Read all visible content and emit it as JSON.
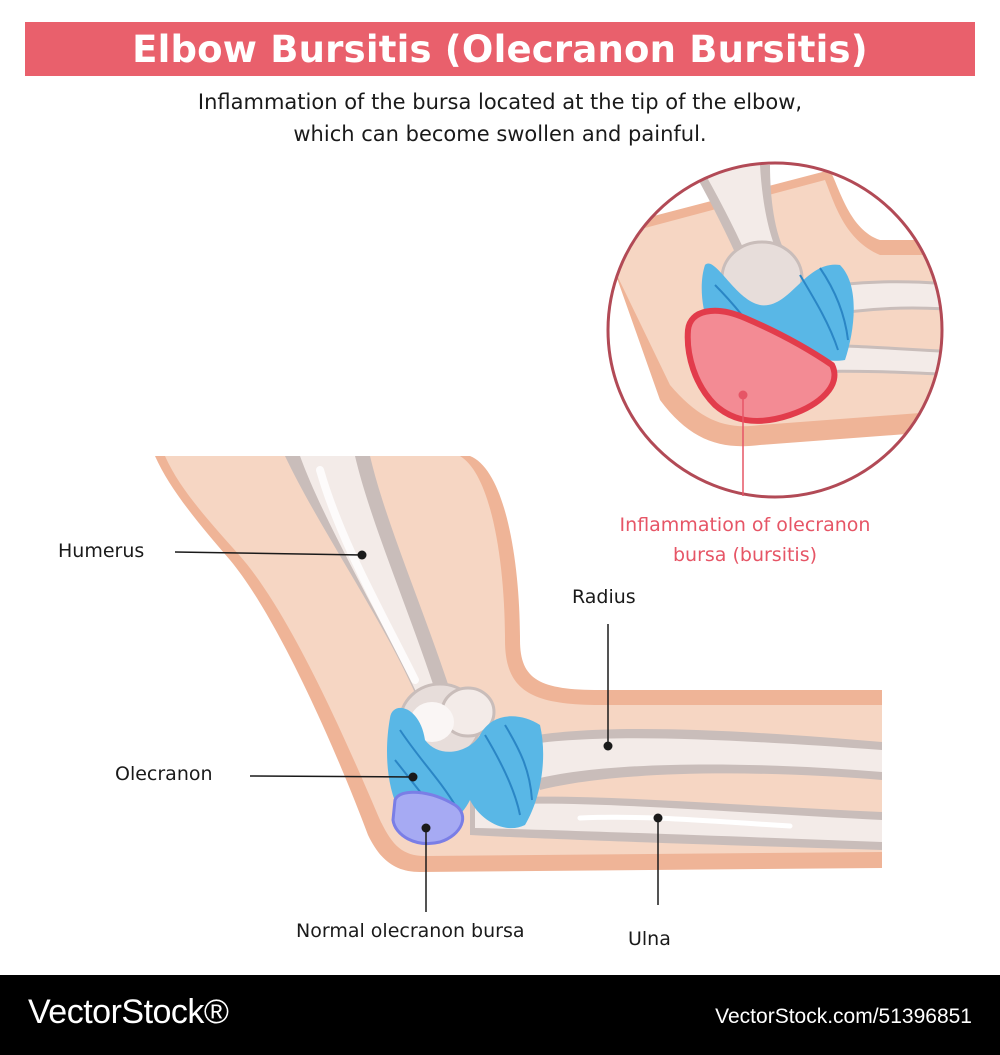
{
  "title": "Elbow Bursitis (Olecranon Bursitis)",
  "subtitle": {
    "line1": "Inflammation of the bursa located at the tip of the elbow,",
    "line2": "which can become swollen and painful."
  },
  "labels": {
    "humerus": "Humerus",
    "olecranon": "Olecranon",
    "normal_bursa": "Normal olecranon bursa",
    "radius": "Radius",
    "ulna": "Ulna",
    "inflamed_bursa_line1": "Inflammation of olecranon",
    "inflamed_bursa_line2": "bursa (bursitis)"
  },
  "footer": {
    "brand": "VectorStock®",
    "url": "VectorStock.com/51396851"
  },
  "colors": {
    "banner": "#e9606c",
    "skin": "#f6d6c3",
    "skin_edge": "#efb497",
    "bone": "#f3ebe8",
    "ligament": "#59b7e6",
    "normal_bursa": "#a6aaf3",
    "inflamed_bursa": "#f38b94",
    "callout_red": "#e65566"
  }
}
